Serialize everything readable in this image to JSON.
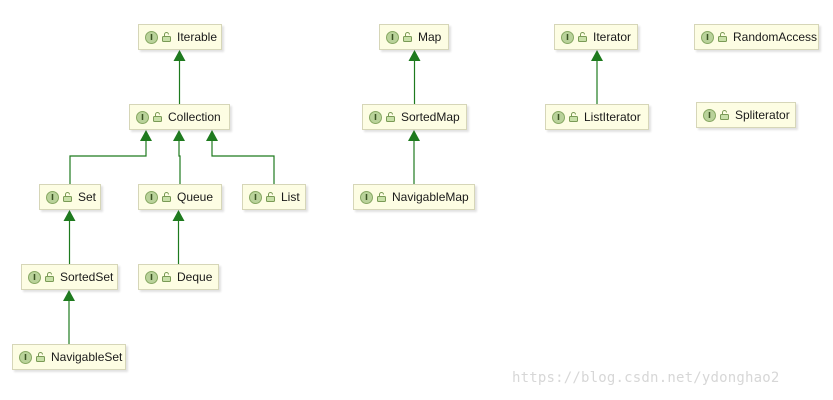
{
  "interfaces": [
    {
      "id": "iterable",
      "label": "Iterable",
      "badge": "I"
    },
    {
      "id": "collection",
      "label": "Collection",
      "badge": "I"
    },
    {
      "id": "set",
      "label": "Set",
      "badge": "I"
    },
    {
      "id": "queue",
      "label": "Queue",
      "badge": "I"
    },
    {
      "id": "list",
      "label": "List",
      "badge": "I"
    },
    {
      "id": "sortedset",
      "label": "SortedSet",
      "badge": "I"
    },
    {
      "id": "deque",
      "label": "Deque",
      "badge": "I"
    },
    {
      "id": "navigableset",
      "label": "NavigableSet",
      "badge": "I"
    },
    {
      "id": "map",
      "label": "Map",
      "badge": "I"
    },
    {
      "id": "sortedmap",
      "label": "SortedMap",
      "badge": "I"
    },
    {
      "id": "navigablemap",
      "label": "NavigableMap",
      "badge": "I"
    },
    {
      "id": "iterator",
      "label": "Iterator",
      "badge": "I"
    },
    {
      "id": "listiterator",
      "label": "ListIterator",
      "badge": "I"
    },
    {
      "id": "randomaccess",
      "label": "RandomAccess",
      "badge": "I"
    },
    {
      "id": "spliterator",
      "label": "Spliterator",
      "badge": "I"
    }
  ],
  "extends_edges": [
    {
      "from": "collection",
      "to": "iterable"
    },
    {
      "from": "set",
      "to": "collection"
    },
    {
      "from": "queue",
      "to": "collection"
    },
    {
      "from": "list",
      "to": "collection"
    },
    {
      "from": "sortedset",
      "to": "set"
    },
    {
      "from": "navigableset",
      "to": "sortedset"
    },
    {
      "from": "deque",
      "to": "queue"
    },
    {
      "from": "sortedmap",
      "to": "map"
    },
    {
      "from": "navigablemap",
      "to": "sortedmap"
    },
    {
      "from": "listiterator",
      "to": "iterator"
    }
  ],
  "colors": {
    "edge": "#1e7a1e",
    "node_fill": "#fdfde3",
    "badge_fill": "#b9d29a"
  },
  "watermark": "https://blog.csdn.net/ydonghao2"
}
